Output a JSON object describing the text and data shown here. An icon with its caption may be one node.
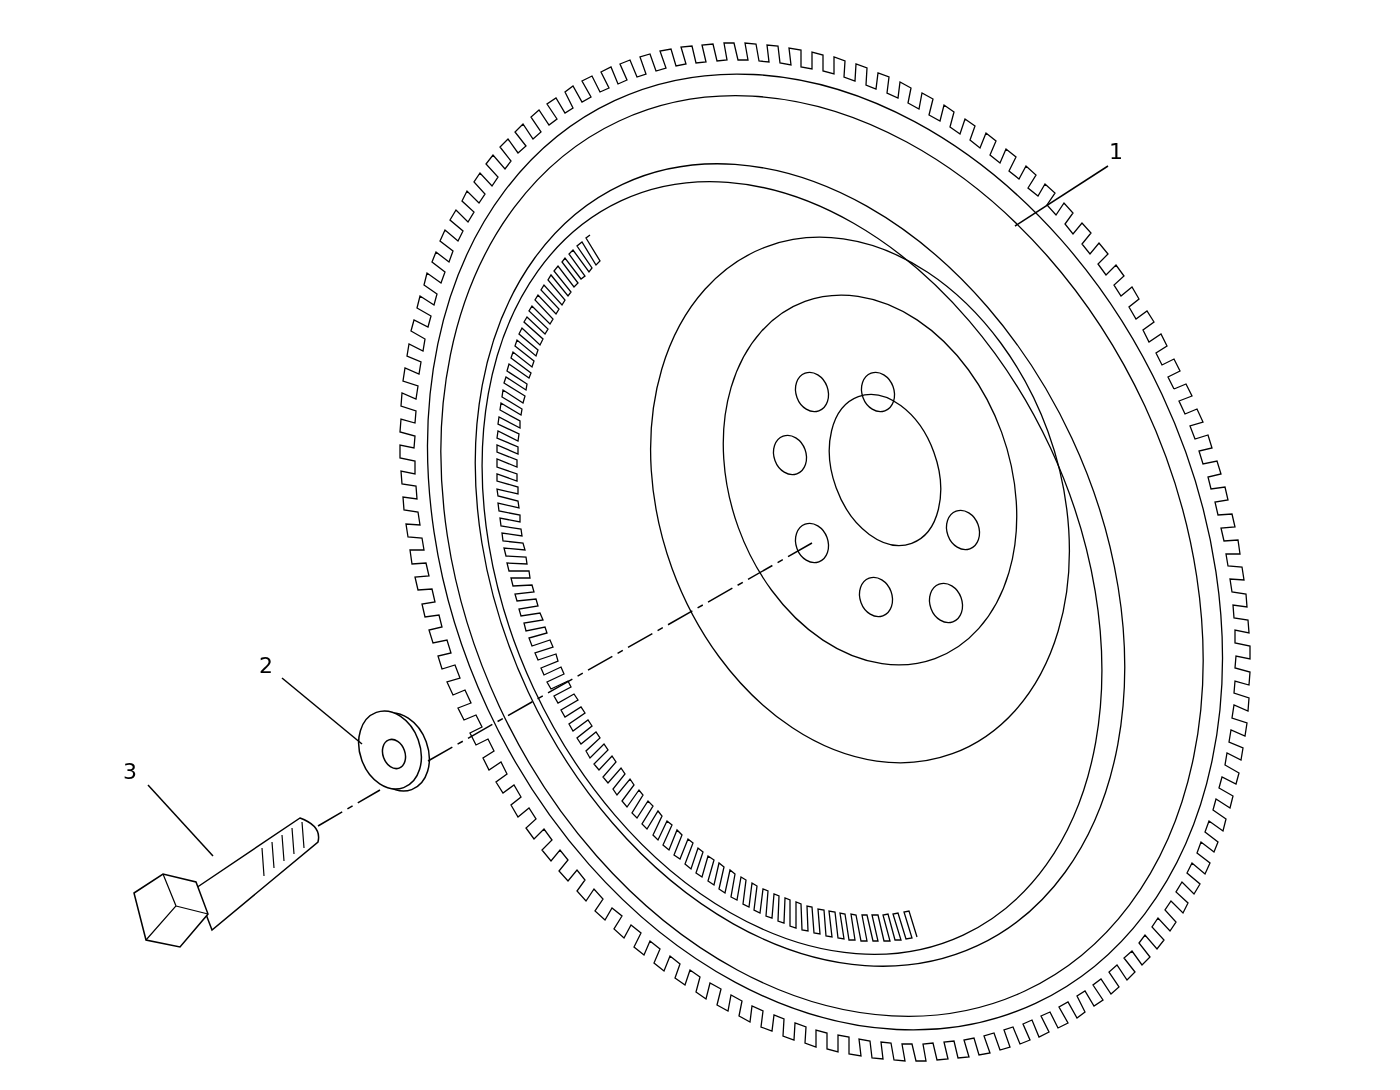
{
  "diagram": {
    "nodes": [
      {
        "text": [
          "1"
        ]
      },
      {
        "text": [],
        "shape": "picture"
      },
      {
        "text": [
          "2"
        ]
      },
      {
        "text": [],
        "shape": "picture"
      },
      {
        "text": [
          "3"
        ]
      },
      {
        "text": [],
        "shape": "picture"
      }
    ],
    "edges": [
      {
        "from": 0,
        "to": 1,
        "arrow": "none"
      },
      {
        "from": 2,
        "to": 3,
        "arrow": "none"
      },
      {
        "from": 4,
        "to": 5,
        "arrow": "none"
      },
      {
        "from": 5,
        "to": 3,
        "arrow": "none",
        "style": "dashed"
      },
      {
        "from": 3,
        "to": 1,
        "arrow": "none",
        "style": "dashed"
      }
    ]
  }
}
